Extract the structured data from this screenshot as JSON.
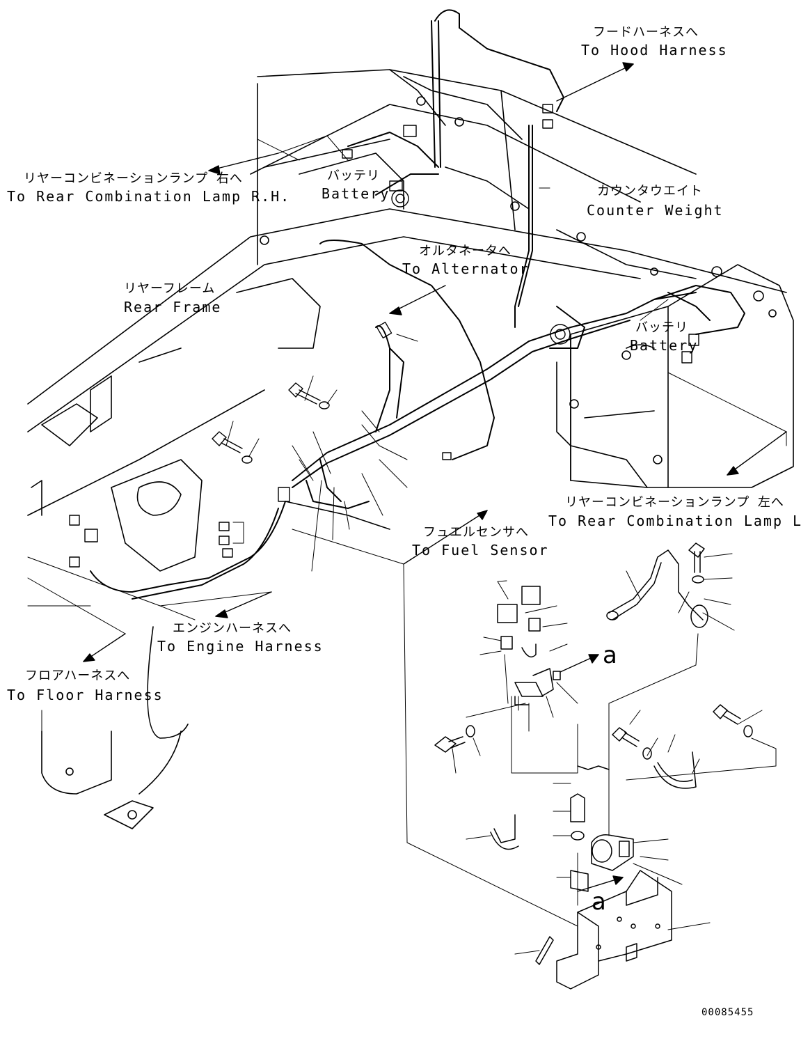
{
  "callouts": {
    "hood_harness": {
      "jp": "フードハーネスへ",
      "en": "To Hood Harness"
    },
    "rear_lamp_rh": {
      "jp": "リヤーコンビネーションランプ 右へ",
      "en": "To Rear Combination Lamp R.H."
    },
    "battery_upper": {
      "jp": "バッテリ",
      "en": "Battery"
    },
    "counter_weight": {
      "jp": "カウンタウエイト",
      "en": "Counter Weight"
    },
    "alternator": {
      "jp": "オルタネータへ",
      "en": "To Alternator"
    },
    "rear_frame": {
      "jp": "リヤーフレーム",
      "en": "Rear Frame"
    },
    "battery_right": {
      "jp": "バッテリ",
      "en": "Battery"
    },
    "rear_lamp_lh": {
      "jp": "リヤーコンビネーションランプ 左へ",
      "en": "To Rear Combination Lamp L.H."
    },
    "fuel_sensor": {
      "jp": "フュエルセンサへ",
      "en": "To Fuel Sensor"
    },
    "engine_harness": {
      "jp": "エンジンハーネスへ",
      "en": "To Engine Harness"
    },
    "floor_harness": {
      "jp": "フロアハーネスへ",
      "en": "To Floor Harness"
    }
  },
  "view_markers": [
    "a",
    "a"
  ],
  "drawing_code": "00085455"
}
